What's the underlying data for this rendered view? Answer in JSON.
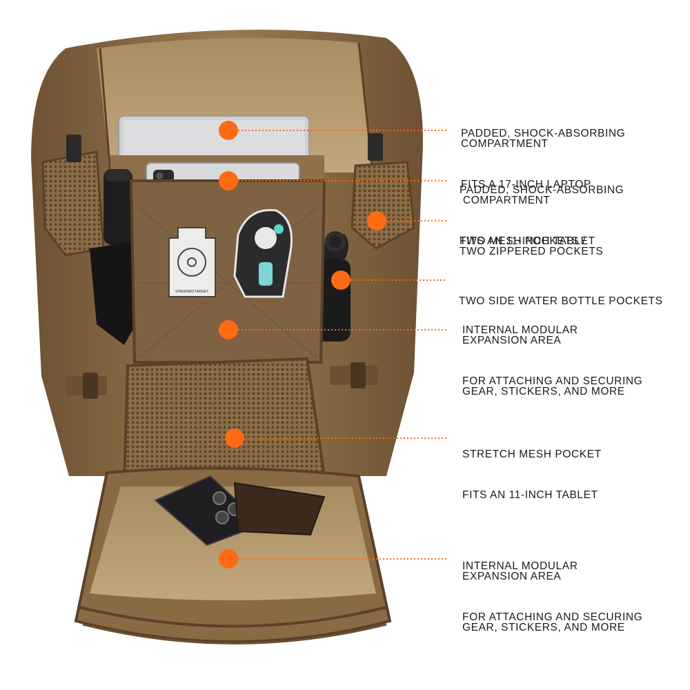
{
  "callouts": [
    {
      "heading": "PADDED, SHOCK-ABSORBING\nCOMPARTMENT",
      "sub": "FITS A 17-INCH LAPTOP"
    },
    {
      "heading": "PADDED, SHOCK-ABSORBING\n COMPARTMENT",
      "sub": "FITS AN 11-INCH TABLET"
    },
    {
      "heading": "TWO MESH POCKETS /\nTWO ZIPPERED POCKETS",
      "sub": ""
    },
    {
      "heading": "TWO SIDE WATER BOTTLE POCKETS",
      "sub": ""
    },
    {
      "heading": "INTERNAL MODULAR\nEXPANSION AREA",
      "sub": "FOR ATTACHING AND SECURING\nGEAR, STICKERS, AND MORE"
    },
    {
      "heading": "STRETCH MESH POCKET",
      "sub": "FITS AN 11-INCH TABLET"
    },
    {
      "heading": "INTERNAL MODULAR\nEXPANSION AREA",
      "sub": "FOR ATTACHING AND SECURING\nGEAR, STICKERS, AND MORE"
    }
  ],
  "colors": {
    "marker": "#ff6a13",
    "leader": "#ff6a13",
    "fabric": "#8a6a43",
    "fabric_light": "#a98a60",
    "fabric_dark": "#5a4127",
    "lining": "#b59a70",
    "text": "#1a1a1a"
  },
  "patches": {
    "target_patch": "STANDARD TARGET"
  }
}
